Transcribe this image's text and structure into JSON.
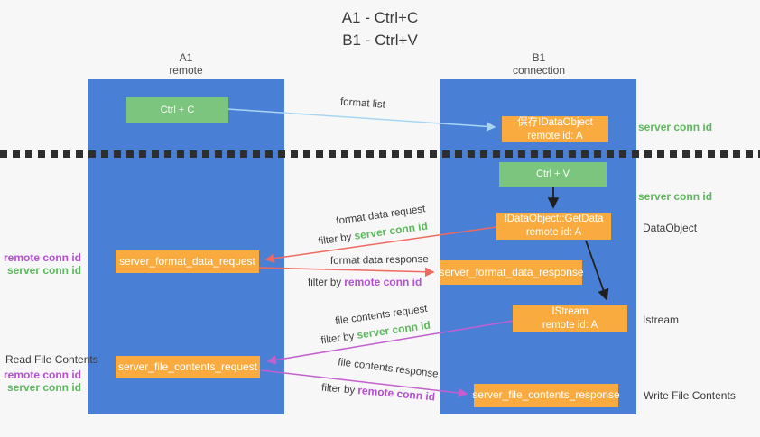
{
  "title": {
    "line1": "A1 - Ctrl+C",
    "line2": "B1 - Ctrl+V"
  },
  "lanes": {
    "left": {
      "name": "A1",
      "subtitle": "remote"
    },
    "right": {
      "name": "B1",
      "subtitle": "connection"
    }
  },
  "nodes": {
    "ctrl_c": {
      "label": "Ctrl + C"
    },
    "ctrl_v": {
      "label": "Ctrl + V"
    },
    "save_dataobject": {
      "line1": "保存IDataObject",
      "line2": "remote id: A"
    },
    "getdata": {
      "line1": "IDataObject::GetData",
      "line2": "remote id: A"
    },
    "istream": {
      "line1": "IStream",
      "line2": "remote id: A"
    },
    "format_request": {
      "label": "server_format_data_request"
    },
    "format_response": {
      "label": "server_format_data_response"
    },
    "file_request": {
      "label": "server_file_contents_request"
    },
    "file_response": {
      "label": "server_file_contents_response"
    }
  },
  "edge_labels": {
    "format_list": "format list",
    "format_data_request": "format data request",
    "format_data_response": "format data response",
    "file_contents_request": "file contents request",
    "file_contents_response": "file contents response",
    "filter_by": "filter by "
  },
  "side_labels": {
    "server_conn_id": "server conn id",
    "remote_conn_id": "remote conn id",
    "dataobject": "DataObject",
    "istream": "Istream",
    "read_file_contents": "Read File Contents",
    "write_file_contents": "Write File Contents"
  },
  "colors": {
    "lane_blue": "#4a7fd6",
    "green_box": "#7cc57e",
    "orange_box": "#f9ab40",
    "arrow_blue": "#a9d5f5",
    "arrow_red": "#ee6a5f",
    "arrow_magenta": "#c45fd0",
    "arrow_black": "#1f1f1f",
    "text_green": "#5cb85c",
    "text_purple": "#b44fd0"
  }
}
